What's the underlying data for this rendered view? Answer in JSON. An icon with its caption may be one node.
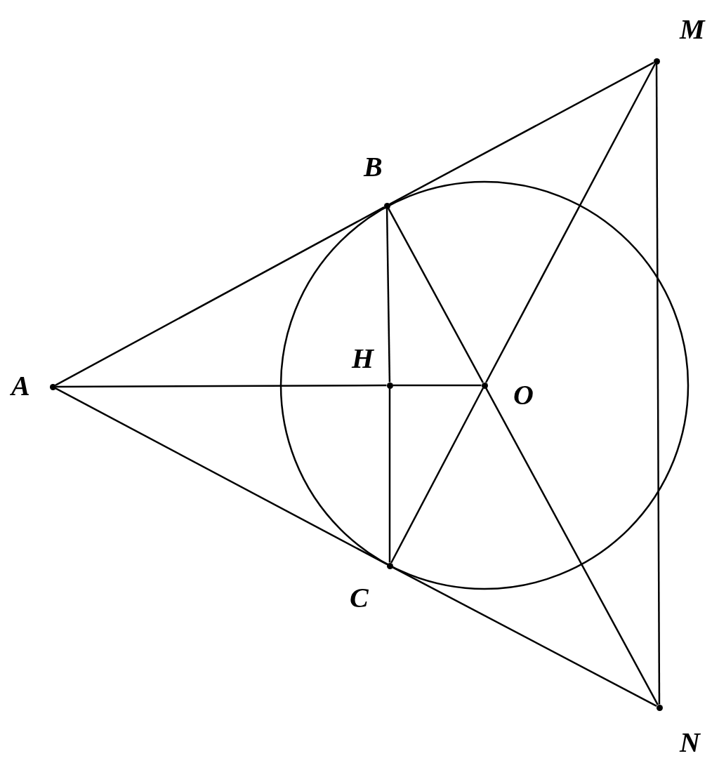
{
  "diagram": {
    "nodes": [
      {
        "text": [
          "M"
        ]
      },
      {
        "text": [
          "B"
        ]
      },
      {
        "text": [
          "H"
        ]
      },
      {
        "text": [
          "A"
        ]
      },
      {
        "text": [
          "O"
        ]
      },
      {
        "text": [
          "C"
        ]
      },
      {
        "text": [
          "N"
        ]
      }
    ],
    "edges": [
      {
        "from": 3,
        "to": 1,
        "arrow": "none"
      },
      {
        "from": 1,
        "to": 0,
        "arrow": "none"
      },
      {
        "from": 3,
        "to": 2,
        "arrow": "none"
      },
      {
        "from": 2,
        "to": 4,
        "arrow": "none"
      },
      {
        "from": 3,
        "to": 5,
        "arrow": "none"
      },
      {
        "from": 5,
        "to": 6,
        "arrow": "none"
      },
      {
        "from": 1,
        "to": 2,
        "arrow": "none"
      },
      {
        "from": 2,
        "to": 5,
        "arrow": "none"
      },
      {
        "from": 1,
        "to": 4,
        "arrow": "none"
      },
      {
        "from": 4,
        "to": 6,
        "arrow": "none"
      },
      {
        "from": 5,
        "to": 4,
        "arrow": "none"
      },
      {
        "from": 4,
        "to": 0,
        "arrow": "none"
      },
      {
        "from": 0,
        "to": 6,
        "arrow": "none"
      }
    ]
  }
}
